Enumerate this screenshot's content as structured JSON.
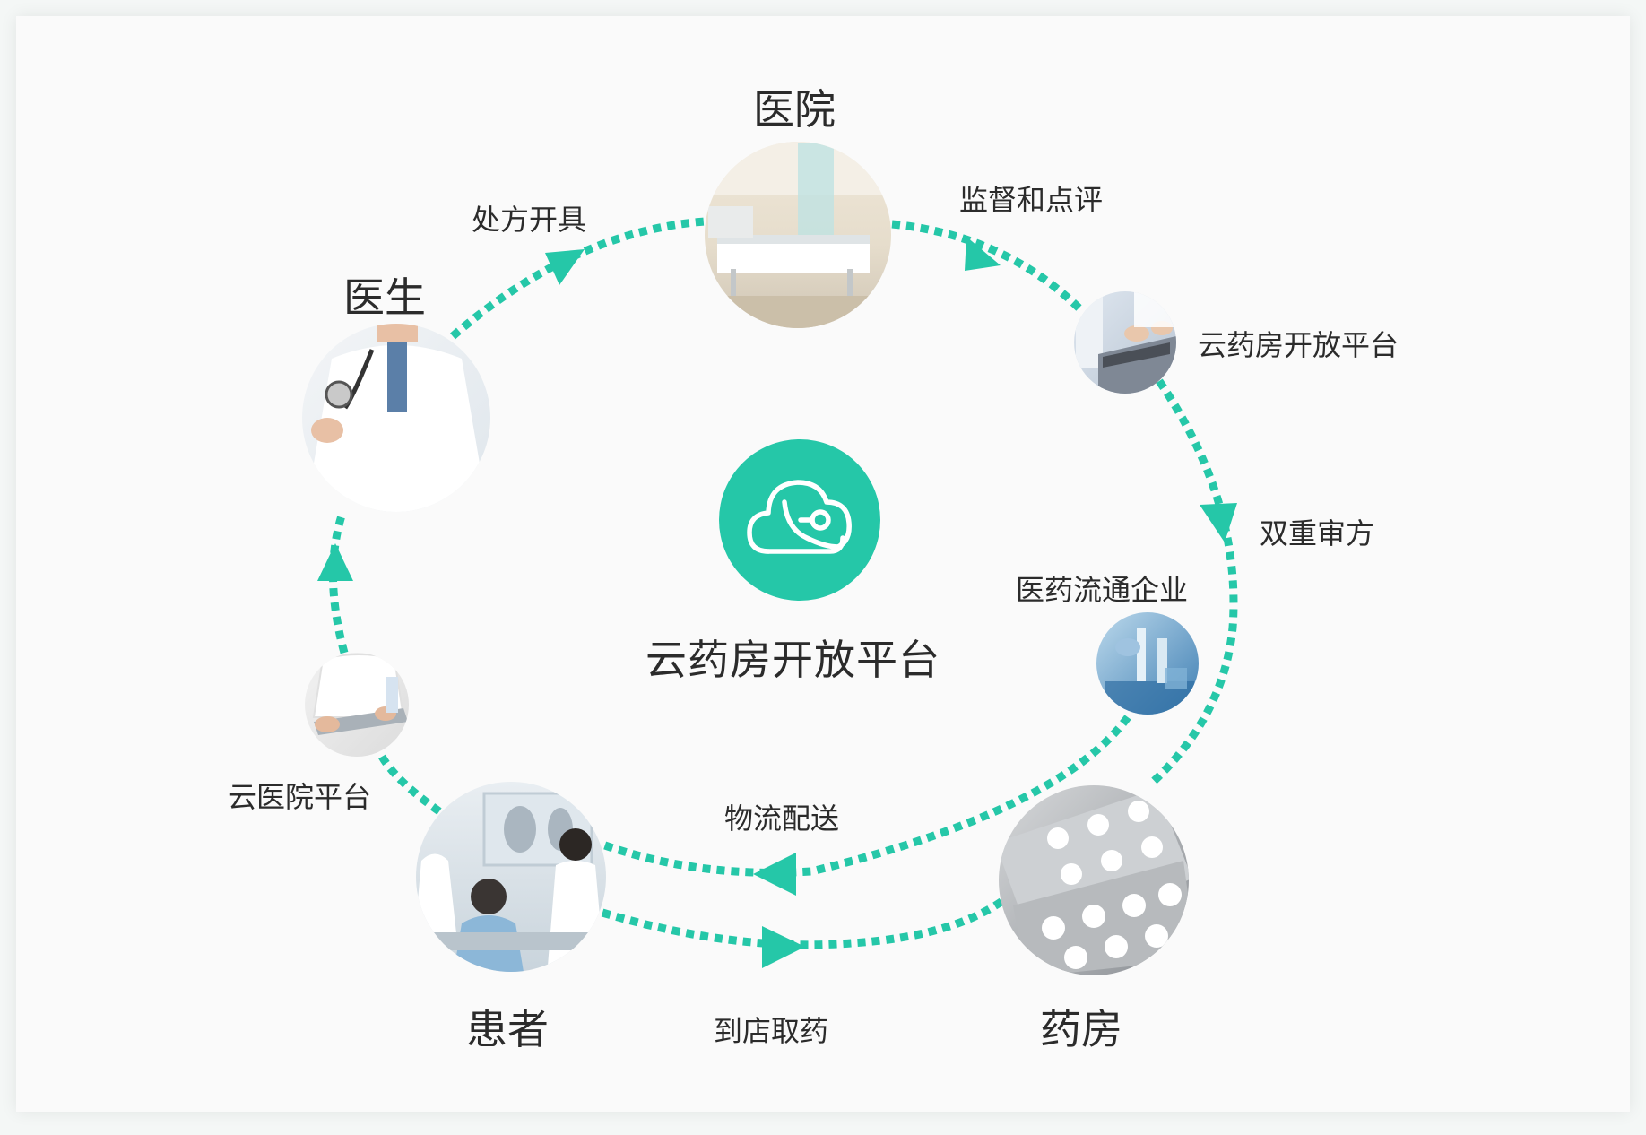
{
  "center": {
    "label": "云药房开放平台",
    "icon": "cloud-stethoscope-icon"
  },
  "nodes": {
    "hospital": {
      "label": "医院",
      "photo": "hospital-ward-photo"
    },
    "doctor": {
      "label": "医生",
      "photo": "doctor-photo"
    },
    "cloud_pharmacy": {
      "label": "云药房开放平台",
      "photo": "laptop-photo"
    },
    "distributor": {
      "label": "医药流通企业",
      "photo": "laboratory-photo"
    },
    "pharmacy": {
      "label": "药房",
      "photo": "pills-photo"
    },
    "patient": {
      "label": "患者",
      "photo": "patient-consultation-photo"
    },
    "cloud_hospital": {
      "label": "云医院平台",
      "photo": "tablet-photo"
    }
  },
  "edges": {
    "prescribe": "处方开具",
    "supervise": "监督和点评",
    "double_review": "双重审方",
    "logistics": "物流配送",
    "pickup": "到店取药"
  },
  "colors": {
    "accent": "#25c7a8",
    "text": "#2b2b2b"
  }
}
